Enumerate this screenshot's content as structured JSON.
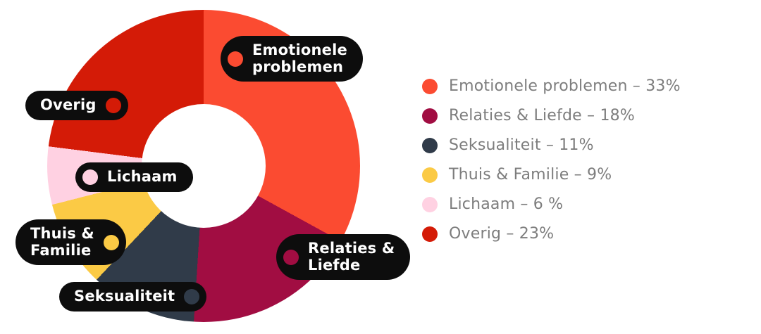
{
  "page": {
    "background_color": "#ffffff",
    "pill_background_color": "#0d0d0d",
    "pill_text_color": "#ffffff",
    "legend_text_color": "#7d7d7d"
  },
  "chart_data": {
    "type": "pie",
    "style": "donut",
    "categories": [
      "Emotionele problemen",
      "Relaties & Liefde",
      "Seksualiteit",
      "Thuis & Familie",
      "Lichaam",
      "Overig"
    ],
    "values": [
      33,
      18,
      11,
      9,
      6,
      23
    ],
    "unit": "%",
    "colors": [
      "#fb4b31",
      "#a10d42",
      "#303b49",
      "#fbca45",
      "#ffd1e2",
      "#d41b07"
    ],
    "start_angle_deg": 0,
    "direction": "clockwise",
    "center_hole_color": "#ffffff",
    "legend_position": "right"
  },
  "callouts": [
    {
      "text": "Emotionele\nproblemen",
      "category_index": 0
    },
    {
      "text": "Relaties &\nLiefde",
      "category_index": 1
    },
    {
      "text": "Seksualiteit",
      "category_index": 2
    },
    {
      "text": "Thuis &\nFamilie",
      "category_index": 3
    },
    {
      "text": "Lichaam",
      "category_index": 4
    },
    {
      "text": "Overig",
      "category_index": 5
    }
  ],
  "legend": {
    "items": [
      {
        "text": "Emotionele problemen – 33%"
      },
      {
        "text": "Relaties & Liefde – 18%"
      },
      {
        "text": "Seksualiteit – 11%"
      },
      {
        "text": "Thuis & Familie – 9%"
      },
      {
        "text": "Lichaam – 6 %"
      },
      {
        "text": "Overig – 23%"
      }
    ]
  }
}
